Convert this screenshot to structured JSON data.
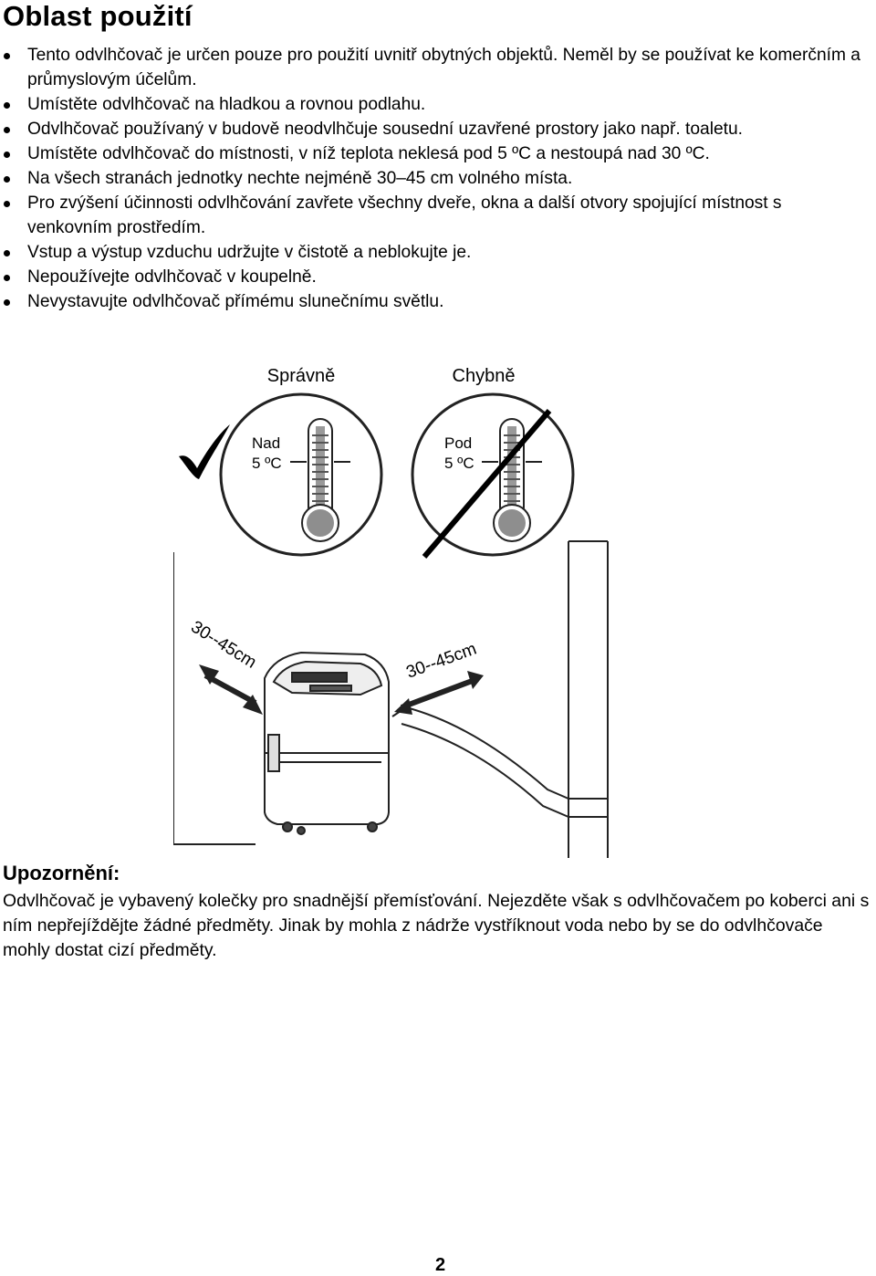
{
  "title": "Oblast použití",
  "bullets": [
    "Tento odvlhčovač je určen pouze pro použití uvnitř obytných objektů. Neměl by se používat ke komerčním a průmyslovým účelům.",
    "Umístěte odvlhčovač na hladkou a rovnou podlahu.",
    "Odvlhčovač používaný v budově neodvlhčuje sousední uzavřené prostory jako např. toaletu.",
    "Umístěte odvlhčovač do místnosti, v níž teplota neklesá pod 5 ºC a nestoupá nad 30 ºC.",
    "Na všech stranách jednotky nechte nejméně 30–45 cm volného místa.",
    "Pro zvýšení účinnosti odvlhčování zavřete všechny dveře, okna a další otvory spojující místnost s venkovním prostředím.",
    "Vstup a výstup vzduchu udržujte v čistotě a neblokujte je.",
    "Nepoužívejte odvlhčovač v koupelně.",
    "Nevystavujte odvlhčovač přímému slunečnímu světlu."
  ],
  "figure": {
    "correct_label": "Správně",
    "wrong_label": "Chybně",
    "correct_temp_line1": "Nad",
    "correct_temp_line2": "5 ºC",
    "wrong_temp_line1": "Pod",
    "wrong_temp_line2": "5 ºC",
    "distance_left": "30--45cm",
    "distance_right": "30--45cm",
    "colors": {
      "bulb": "#8e8e8e",
      "line": "#222222"
    }
  },
  "warning": {
    "title": "Upozornění:",
    "text": "Odvlhčovač je vybavený kolečky pro snadnější přemísťování. Nejezděte však s odvlhčovačem po koberci ani s ním nepřejíždějte žádné předměty. Jinak by mohla z nádrže vystříknout voda nebo by se do odvlhčovače mohly dostat cizí předměty."
  },
  "page_number": "2"
}
